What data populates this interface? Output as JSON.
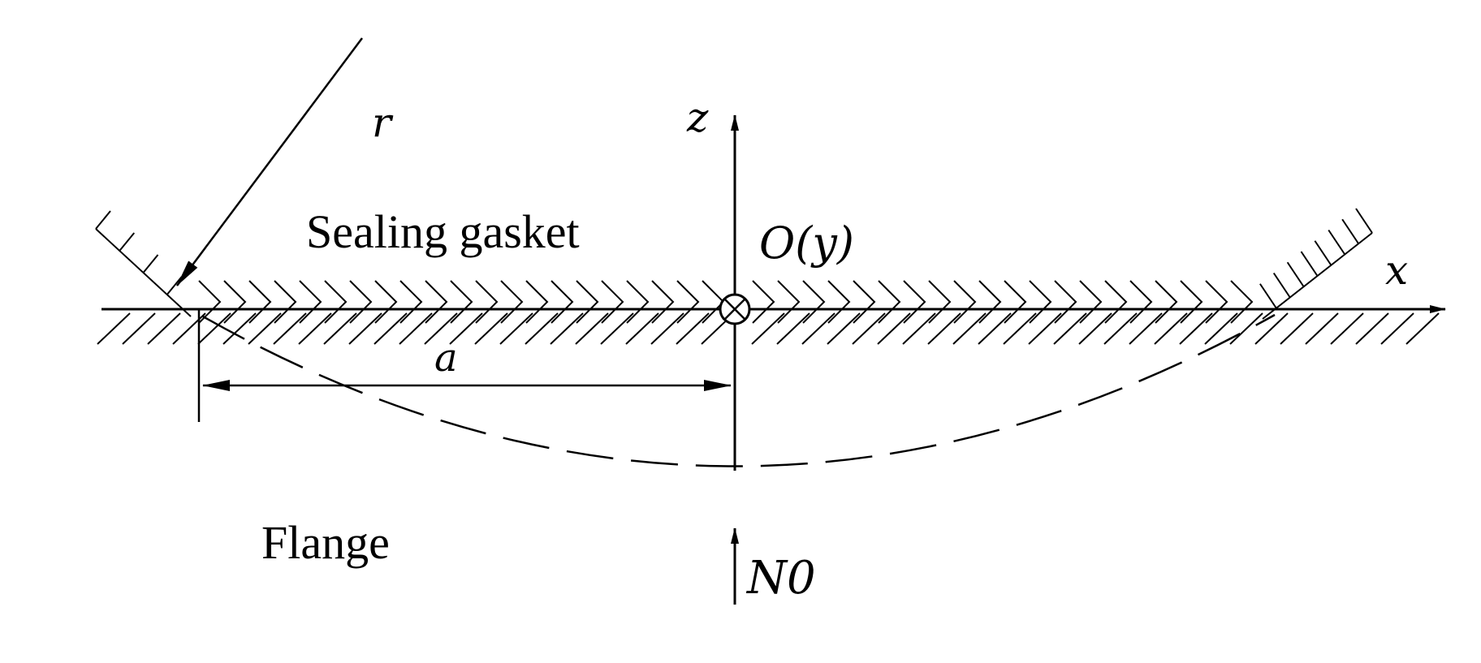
{
  "labels": {
    "radius": "r",
    "z_axis": "z",
    "x_axis": "x",
    "origin": "O(y)",
    "half_width": "a",
    "gasket": "Sealing gasket",
    "flange": "Flange",
    "load": "N0"
  },
  "colors": {
    "stroke": "#000000",
    "background": "#ffffff"
  }
}
